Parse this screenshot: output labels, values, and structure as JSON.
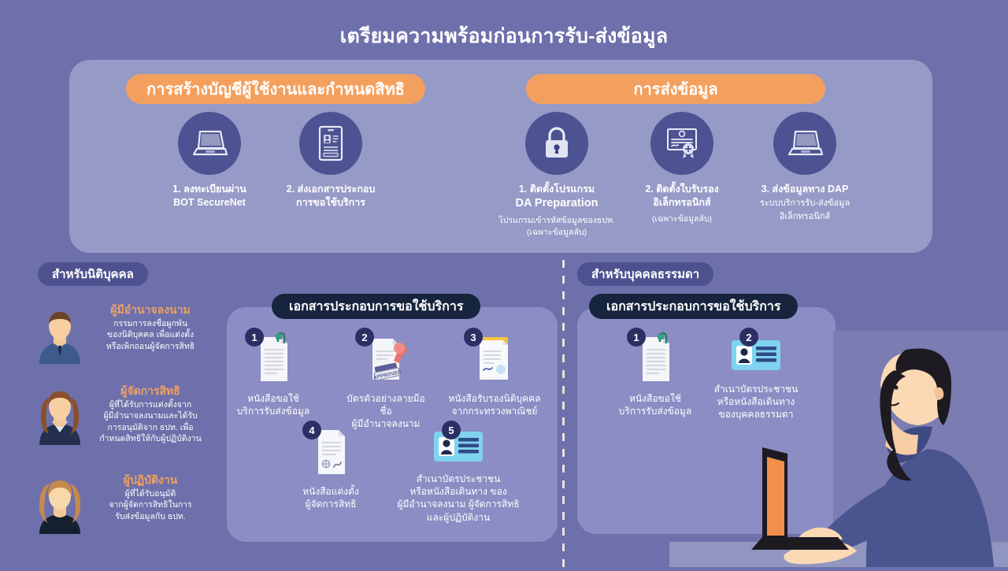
{
  "title": "เตรียมความพร้อมก่อนการรับ-ส่งข้อมูล",
  "colors": {
    "background": "#6e70ab",
    "top_panel": "#969ac6",
    "pill_orange": "#f3a05f",
    "tab_purple": "#4e5190",
    "tab_dark": "#16243d",
    "doc_panel": "#8b8dc4",
    "role_title": "#f0a060",
    "icon_circle": "#4d5293"
  },
  "top_panel": {
    "groups": [
      {
        "pill_label": "การสร้างบัญชีผู้ใช้งานและกำหนดสิทธิ",
        "steps": [
          {
            "icon": "laptop-icon",
            "line1": "1. ลงทะเบียนผ่าน",
            "line2": "BOT SecureNet",
            "sub": ""
          },
          {
            "icon": "id-document-icon",
            "line1": "2. ส่งเอกสารประกอบ",
            "line2": "การขอใช้บริการ",
            "sub": ""
          }
        ]
      },
      {
        "pill_label": "การส่งข้อมูล",
        "steps": [
          {
            "icon": "padlock-icon",
            "line1": "1. ติดตั้งโปรแกรม",
            "line2": "DA Preparation",
            "sub": "โปรแกรมเข้ารหัสข้อมูลของธปท.\n(เฉพาะข้อมูลลับ)"
          },
          {
            "icon": "certificate-icon",
            "line1": "2. ติดตั้งใบรับรอง",
            "line2": "อิเล็กทรอนิกส์",
            "sub": "(เฉพาะข้อมูลลับ)"
          },
          {
            "icon": "laptop-icon",
            "line1": "3. ส่งข้อมูลทาง DAP",
            "line2": "ระบบบริการรับ-ส่งข้อมูล",
            "sub": "อิเล็กทรอนิกส์"
          }
        ]
      }
    ]
  },
  "corporate": {
    "tab_label": "สำหรับนิติบุคคล",
    "roles": [
      {
        "avatar": "man-suit-avatar",
        "title": "ผู้มีอำนาจลงนาม",
        "desc": "กรรมการลงชื่อผูกพัน\nของนิติบุคคล เพื่อแต่งตั้ง\nหรือเพิกถอนผู้จัดการสิทธิ"
      },
      {
        "avatar": "woman-long-hair-avatar",
        "title": "ผู้จัดการสิทธิ",
        "desc": "ผู้ที่ได้รับการแต่งตั้งจาก\nผู้มีอำนาจลงนามและได้รับ\nการอนุมัติจาก ธปท. เพื่อ\nกำหนดสิทธิให้กับผู้ปฏิบัติงาน"
      },
      {
        "avatar": "woman-curly-hair-avatar",
        "title": "ผู้ปฏิบัติงาน",
        "desc": "ผู้ที่ได้รับอนุมัติ\nจากผู้จัดการสิทธิในการ\nรับส่งข้อมูลกับ ธปท."
      }
    ],
    "documents_header": "เอกสารประกอบการขอใช้บริการ",
    "documents": [
      {
        "number": "1",
        "icon": "paper-clip-document-icon",
        "label": "หนังสือขอใช้\nบริการรับส่งข้อมูล"
      },
      {
        "number": "2",
        "icon": "approved-stamp-icon",
        "label": "บัตรตัวอย่างลายมือชื่อ\nผู้มีอำนาจลงนาม"
      },
      {
        "number": "3",
        "icon": "folder-document-icon",
        "label": "หนังสือรับรองนิติบุคคล\nจากกระทรวงพาณิชย์"
      },
      {
        "number": "4",
        "icon": "signed-document-icon",
        "label": "หนังสือแต่งตั้ง\nผู้จัดการสิทธิ"
      },
      {
        "number": "5",
        "icon": "id-card-icon",
        "label": "สำเนาบัตรประชาชน\nหรือหนังสือเดินทาง ของ\nผู้มีอำนาจลงนาม ผู้จัดการสิทธิ\nและผู้ปฏิบัติงาน"
      }
    ]
  },
  "individual": {
    "tab_label": "สำหรับบุคคลธรรมดา",
    "documents_header": "เอกสารประกอบการขอใช้บริการ",
    "documents": [
      {
        "number": "1",
        "icon": "paper-clip-document-icon",
        "label": "หนังสือขอใช้\nบริการรับส่งข้อมูล"
      },
      {
        "number": "2",
        "icon": "id-card-icon",
        "label": "สำเนาบัตรประชาชน\nหรือหนังสือเดินทาง\nของบุคคลธรรมดา"
      }
    ]
  },
  "illustration": {
    "name": "woman-at-laptop-illustration"
  }
}
